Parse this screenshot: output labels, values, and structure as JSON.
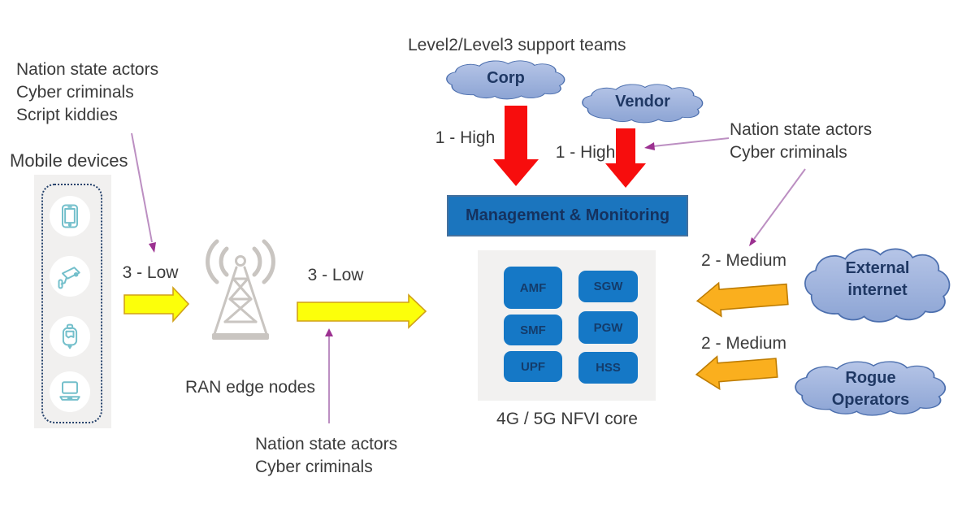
{
  "title": "Level2/Level3 support teams",
  "left": {
    "actors": [
      "Nation state actors",
      "Cyber criminals",
      "Script kiddies"
    ],
    "mobile_devices_label": "Mobile devices",
    "device_icons": [
      "tablet-icon",
      "cctv-camera-icon",
      "iv-bag-icon",
      "laptop-icon"
    ]
  },
  "ran": {
    "label": "RAN edge nodes",
    "risk_in": "3 - Low",
    "risk_out": "3 - Low"
  },
  "management": {
    "label": "Management & Monitoring",
    "risk_corp": "1 - High",
    "risk_vendor": "1 - High"
  },
  "core": {
    "label": "4G / 5G NFVI core",
    "nodes": [
      "AMF",
      "SGW",
      "SMF",
      "PGW",
      "UPF",
      "HSS"
    ]
  },
  "clouds": {
    "corp": "Corp",
    "vendor": "Vendor",
    "external_internet": [
      "External",
      "internet"
    ],
    "rogue_operators": [
      "Rogue",
      "Operators"
    ]
  },
  "right": {
    "actors": [
      "Nation state actors",
      "Cyber criminals"
    ],
    "risk_internet": "2 - Medium",
    "risk_rogue": "2 - Medium"
  },
  "bottom": {
    "actors": [
      "Nation state actors",
      "Cyber criminals"
    ]
  },
  "colors": {
    "box_blue": "#1B75BE",
    "node_blue": "#1578C6",
    "cloud_blue": "#93A9D9",
    "cloud_border": "#4C6FAE",
    "risk_high_red": "#F70D0D",
    "risk_low_yellow": "#FCFF0A",
    "risk_medium_orange": "#FAAF1E",
    "threat_arrow_magenta": "#9C3191",
    "navy_text": "#1F3864",
    "icon_teal": "#73BFCB",
    "tower_gray": "#C9C5C1"
  }
}
